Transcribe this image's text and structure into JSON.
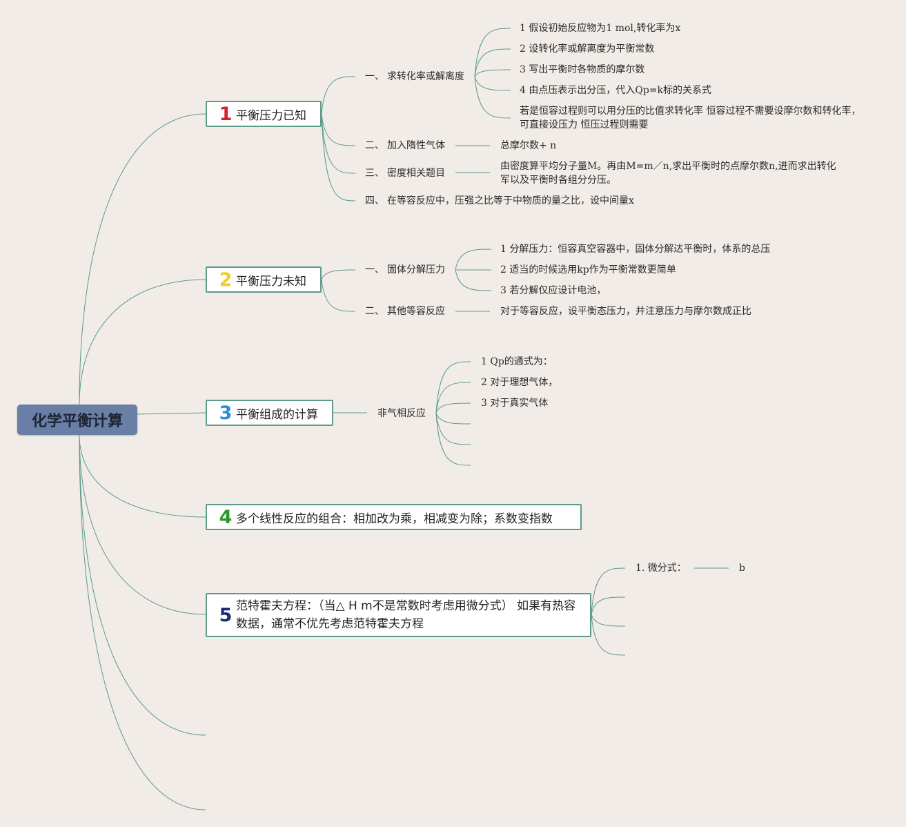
{
  "root": {
    "title": "化学平衡计算"
  },
  "colors": {
    "root_bg": "#6a7fa6",
    "line": "#5c9a89",
    "num1": "#d9202e",
    "num2": "#f2cc2a",
    "num3": "#2e8fd6",
    "num4": "#2b9a2e",
    "num5": "#1b2a73"
  },
  "topics": [
    {
      "num": "1",
      "title": "平衡压力已知",
      "branches": [
        {
          "prefix": "一、",
          "label": "求转化率或解离度",
          "details": [
            "1 假设初始反应物为1 mol,转化率为x",
            "2 设转化率或解离度为平衡常数",
            "3 写出平衡时各物质的摩尔数",
            "4 由点压表示出分压，代入Qp=k标的关系式",
            "若是恒容过程则可以用分压的比值求转化率 恒容过程不需要设摩尔数和转化率，可直接设压力 恒压过程则需要"
          ]
        },
        {
          "prefix": "二、",
          "label": "加入隋性气体",
          "details": [
            "总摩尔数+ n"
          ]
        },
        {
          "prefix": "三、",
          "label": "密度相关题目",
          "details": [
            "由密度算平均分子量M。再由M=m／n,求出平衡时的点摩尔数n,进而求出转化军以及平衡时各组分分压。"
          ]
        },
        {
          "prefix": "四、",
          "label": "在等容反应中，压强之比等于中物质的量之比，设中间量x",
          "details": []
        }
      ]
    },
    {
      "num": "2",
      "title": "平衡压力未知",
      "branches": [
        {
          "prefix": "一、",
          "label": "固体分解压力",
          "details": [
            "1 分解压力：恒容真空容器中，固体分解达平衡时，体系的总压",
            "2 适当的时候选用kp作为平衡常数更简单",
            "3 若分解仅应设计电池，"
          ]
        },
        {
          "prefix": "二、",
          "label": "其他等容反应",
          "details": [
            "对于等容反应，设平衡态压力，并注意压力与摩尔数成正比"
          ]
        }
      ]
    },
    {
      "num": "3",
      "title": "平衡组成的计算",
      "branches": [
        {
          "prefix": "",
          "label": "非气相反应",
          "details": [
            "1 Qp的通式为：",
            "2 对于理想气体，",
            "3 对于真实气体"
          ]
        }
      ]
    },
    {
      "num": "4",
      "title": "多个线性反应的组合：相加改为乘，相减变为除；系数变指数",
      "branches": []
    },
    {
      "num": "5",
      "title": "范特霍夫方程：（当△ H m不是常数时考虑用微分式） 如果有热容数据，通常不优先考虑范特霍夫方程",
      "branches": [
        {
          "prefix": "",
          "label": "1. 微分式：",
          "details": [
            "b"
          ]
        }
      ]
    }
  ]
}
